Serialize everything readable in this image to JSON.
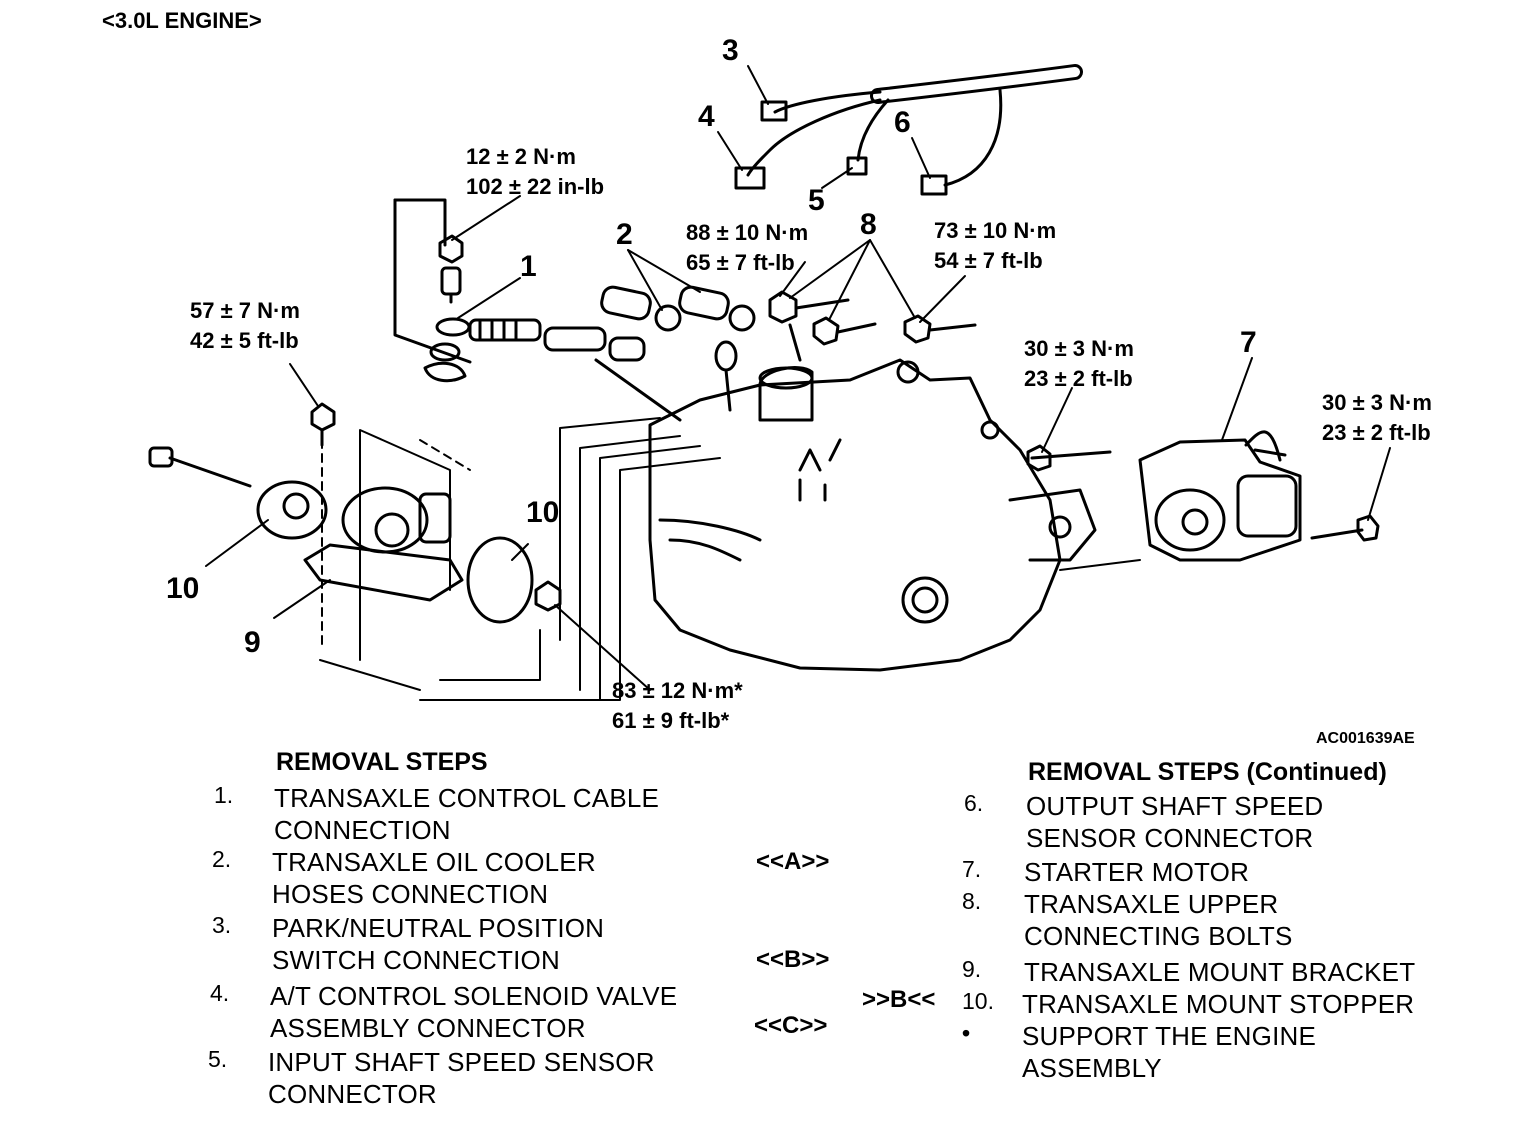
{
  "header": {
    "title": "<3.0L ENGINE>"
  },
  "figure_id": "AC001639AE",
  "callouts": {
    "c1": "1",
    "c2": "2",
    "c3": "3",
    "c4": "4",
    "c5": "5",
    "c6": "6",
    "c7": "7",
    "c8": "8",
    "c9": "9",
    "c10a": "10",
    "c10b": "10"
  },
  "torques": {
    "t_collar": {
      "metric": "12 ± 2 N·m",
      "imperial": "102 ± 22 in-lb"
    },
    "t_bracket": {
      "metric": "88 ± 10 N·m",
      "imperial": "65 ± 7 ft-lb"
    },
    "t_upper": {
      "metric": "73 ± 10 N·m",
      "imperial": "54 ± 7 ft-lb"
    },
    "t_mount": {
      "metric": "57 ± 7 N·m",
      "imperial": "42 ± 5 ft-lb"
    },
    "t_bolt_a": {
      "metric": "30 ± 3 N·m",
      "imperial": "23 ± 2 ft-lb"
    },
    "t_bolt_b": {
      "metric": "30 ± 3 N·m",
      "imperial": "23 ± 2 ft-lb"
    },
    "t_nut": {
      "metric": "83 ± 12 N·m*",
      "imperial": "61 ± 9 ft-lb*"
    }
  },
  "removal_steps": {
    "title": "REMOVAL STEPS",
    "title_continued": "REMOVAL STEPS (Continued)",
    "left": [
      {
        "num": "1.",
        "line1": "TRANSAXLE CONTROL CABLE",
        "line2": "CONNECTION",
        "code": ""
      },
      {
        "num": "2.",
        "line1": "TRANSAXLE OIL COOLER",
        "line2": "HOSES CONNECTION",
        "code": "<<A>>"
      },
      {
        "num": "3.",
        "line1": "PARK/NEUTRAL POSITION",
        "line2": "SWITCH CONNECTION",
        "code": "<<B>>"
      },
      {
        "num": "4.",
        "line1": "A/T CONTROL SOLENOID VALVE",
        "line2": "ASSEMBLY CONNECTOR",
        "code": "<<C>>"
      },
      {
        "num": "5.",
        "line1": "INPUT SHAFT SPEED SENSOR",
        "line2": "CONNECTOR",
        "code": ""
      }
    ],
    "right": [
      {
        "num": "6.",
        "line1": "OUTPUT SHAFT SPEED",
        "line2": "SENSOR CONNECTOR",
        "code": ""
      },
      {
        "num": "7.",
        "line1": "STARTER MOTOR",
        "line2": "",
        "code": ""
      },
      {
        "num": "8.",
        "line1": "TRANSAXLE UPPER",
        "line2": "CONNECTING BOLTS",
        "code": ""
      },
      {
        "num": "9.",
        "line1": "TRANSAXLE MOUNT BRACKET",
        "line2": "",
        "code": ""
      },
      {
        "num": "10.",
        "line1": "TRANSAXLE MOUNT STOPPER",
        "line2": "",
        "code": ">>B<<"
      },
      {
        "num": "•",
        "line1": "SUPPORT THE ENGINE",
        "line2": "ASSEMBLY",
        "code": ""
      }
    ]
  }
}
